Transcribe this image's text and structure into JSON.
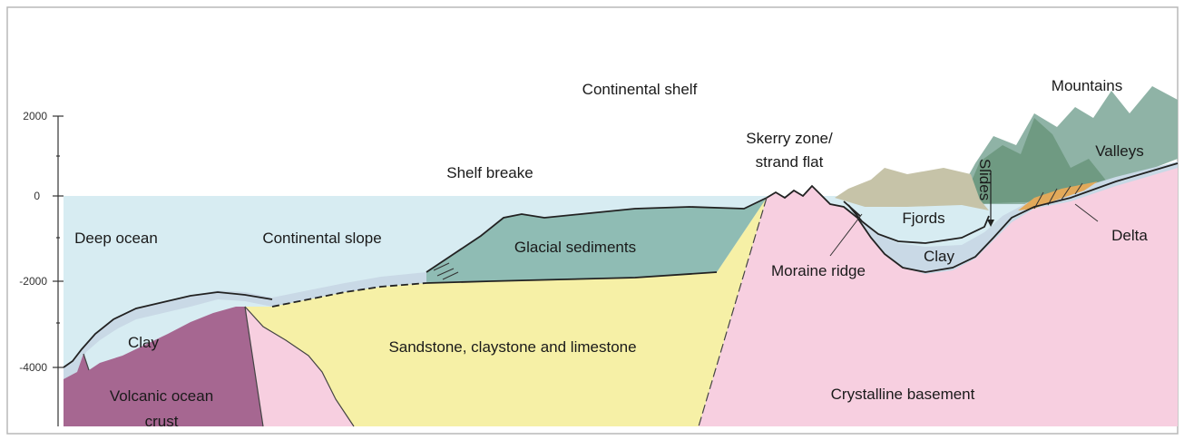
{
  "axis": {
    "ticks": [
      "2000",
      "0",
      "-2000",
      "-4000"
    ]
  },
  "labels": {
    "continental_shelf": "Continental shelf",
    "mountains": "Mountains",
    "skerry_zone_line1": "Skerry zone/",
    "skerry_zone_line2": "strand flat",
    "shelf_breake": "Shelf breake",
    "valleys": "Valleys",
    "slides": "Slides",
    "deep_ocean": "Deep ocean",
    "continental_slope": "Continental slope",
    "glacial_sediments": "Glacial sediments",
    "fjords": "Fjords",
    "delta": "Delta",
    "clay_fjord": "Clay",
    "moraine_ridge": "Moraine ridge",
    "clay_ocean": "Clay",
    "sandstone": "Sandstone, claystone and limestone",
    "volcanic_line1": "Volcanic ocean",
    "volcanic_line2": "crust",
    "crystalline": "Crystalline basement"
  },
  "colors": {
    "sea": "#d7ecf2",
    "clay": "#c9d9e6",
    "glacial": "#8fbcb4",
    "sandstone": "#f6f0a6",
    "volcanic": "#a66791",
    "basement": "#f7cfe0",
    "land": "#c6c3a8",
    "mountain_dark": "#6f9a82",
    "mountain_mid": "#8fb3a6",
    "delta": "#e2a95a"
  }
}
